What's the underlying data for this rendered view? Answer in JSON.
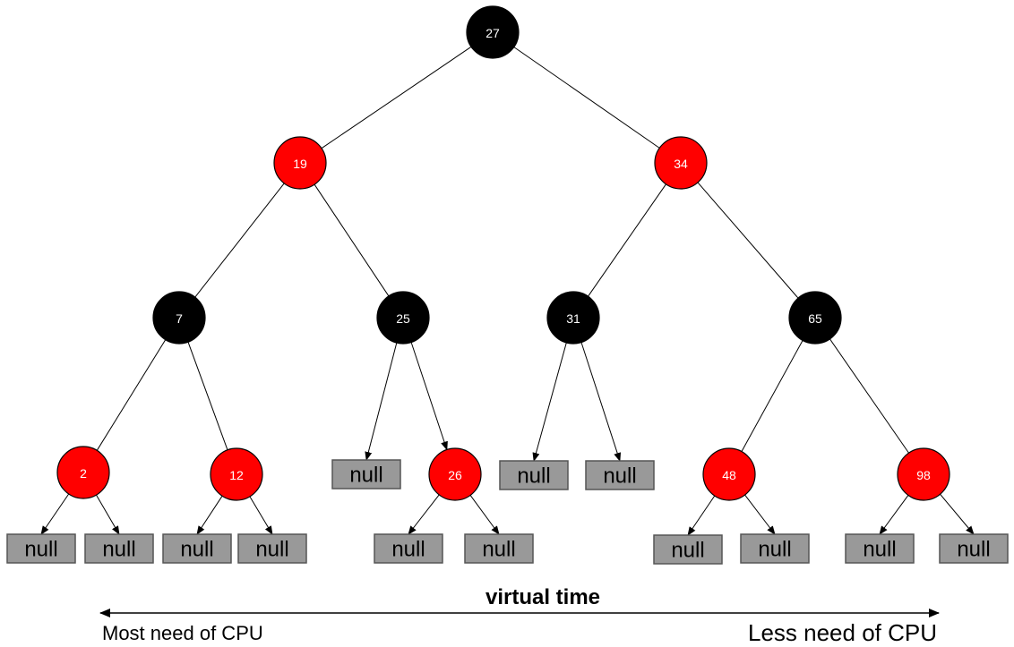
{
  "colors": {
    "red_node": "#ff0000",
    "black_node": "#000000",
    "null_fill": "#999999",
    "null_stroke": "#555555",
    "edge": "#000000"
  },
  "tree": {
    "nodes": [
      {
        "id": "n27",
        "label": "27",
        "color": "black"
      },
      {
        "id": "n19",
        "label": "19",
        "color": "red"
      },
      {
        "id": "n34",
        "label": "34",
        "color": "red"
      },
      {
        "id": "n7",
        "label": "7",
        "color": "black"
      },
      {
        "id": "n25",
        "label": "25",
        "color": "black"
      },
      {
        "id": "n31",
        "label": "31",
        "color": "black"
      },
      {
        "id": "n65",
        "label": "65",
        "color": "black"
      },
      {
        "id": "n2",
        "label": "2",
        "color": "red"
      },
      {
        "id": "n12",
        "label": "12",
        "color": "red"
      },
      {
        "id": "n26",
        "label": "26",
        "color": "red"
      },
      {
        "id": "n48",
        "label": "48",
        "color": "red"
      },
      {
        "id": "n98",
        "label": "98",
        "color": "red"
      }
    ],
    "nulls": [
      {
        "id": "null25L",
        "label": "null"
      },
      {
        "id": "null31L",
        "label": "null"
      },
      {
        "id": "null31R",
        "label": "null"
      },
      {
        "id": "null2L",
        "label": "null"
      },
      {
        "id": "null2R",
        "label": "null"
      },
      {
        "id": "null12L",
        "label": "null"
      },
      {
        "id": "null12R",
        "label": "null"
      },
      {
        "id": "null26L",
        "label": "null"
      },
      {
        "id": "null26R",
        "label": "null"
      },
      {
        "id": "null48L",
        "label": "null"
      },
      {
        "id": "null48R",
        "label": "null"
      },
      {
        "id": "null98L",
        "label": "null"
      },
      {
        "id": "null98R",
        "label": "null"
      }
    ],
    "edges": [
      {
        "from": "n27",
        "to": "n19",
        "arrow": false
      },
      {
        "from": "n27",
        "to": "n34",
        "arrow": false
      },
      {
        "from": "n19",
        "to": "n7",
        "arrow": false
      },
      {
        "from": "n19",
        "to": "n25",
        "arrow": false
      },
      {
        "from": "n34",
        "to": "n31",
        "arrow": false
      },
      {
        "from": "n34",
        "to": "n65",
        "arrow": false
      },
      {
        "from": "n7",
        "to": "n2",
        "arrow": false
      },
      {
        "from": "n7",
        "to": "n12",
        "arrow": false
      },
      {
        "from": "n25",
        "to": "null25L",
        "arrow": true
      },
      {
        "from": "n25",
        "to": "n26",
        "arrow": true
      },
      {
        "from": "n31",
        "to": "null31L",
        "arrow": true
      },
      {
        "from": "n31",
        "to": "null31R",
        "arrow": true
      },
      {
        "from": "n65",
        "to": "n48",
        "arrow": false
      },
      {
        "from": "n65",
        "to": "n98",
        "arrow": false
      },
      {
        "from": "n2",
        "to": "null2L",
        "arrow": true
      },
      {
        "from": "n2",
        "to": "null2R",
        "arrow": true
      },
      {
        "from": "n12",
        "to": "null12L",
        "arrow": true
      },
      {
        "from": "n12",
        "to": "null12R",
        "arrow": true
      },
      {
        "from": "n26",
        "to": "null26L",
        "arrow": true
      },
      {
        "from": "n26",
        "to": "null26R",
        "arrow": true
      },
      {
        "from": "n48",
        "to": "null48L",
        "arrow": true
      },
      {
        "from": "n48",
        "to": "null48R",
        "arrow": true
      },
      {
        "from": "n98",
        "to": "null98L",
        "arrow": true
      },
      {
        "from": "n98",
        "to": "null98R",
        "arrow": true
      }
    ]
  },
  "axis": {
    "title": "virtual time",
    "left_label": "Most need of CPU",
    "right_label": "Less need of CPU"
  }
}
